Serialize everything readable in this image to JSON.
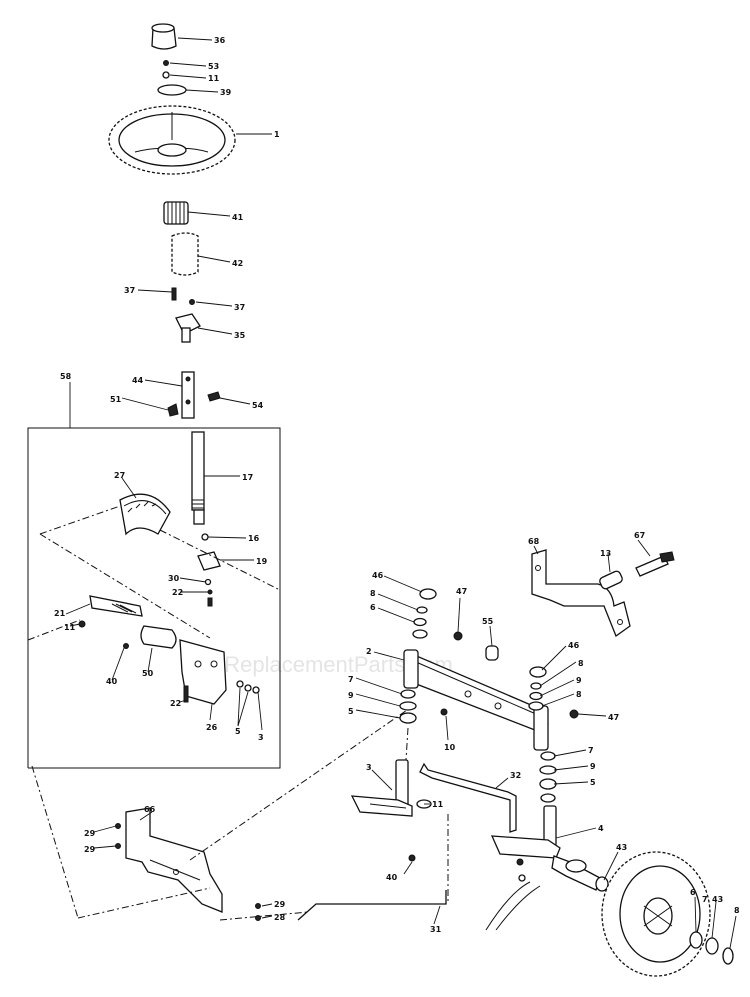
{
  "watermark": "eReplacementParts.com",
  "labels": {
    "p36": "36",
    "p53": "53",
    "p11a": "11",
    "p39": "39",
    "p1": "1",
    "p41": "41",
    "p42": "42",
    "p37a": "37",
    "p37b": "37",
    "p35": "35",
    "p58": "58",
    "p44": "44",
    "p51": "51",
    "p54": "54",
    "p17": "17",
    "p27": "27",
    "p16": "16",
    "p19": "19",
    "p30": "30",
    "p22a": "22",
    "p21": "21",
    "p11b": "11",
    "p40a": "40",
    "p50": "50",
    "p22b": "22",
    "p26": "26",
    "p5a": "5",
    "p3a": "3",
    "p46a": "46",
    "p8a": "8",
    "p6a": "6",
    "p47a": "47",
    "p55": "55",
    "p2": "2",
    "p7a": "7",
    "p9a": "9",
    "p5b": "5",
    "p10": "10",
    "p3b": "3",
    "p11c": "11",
    "p40b": "40",
    "p32": "32",
    "p31": "31",
    "p66": "66",
    "p29a": "29",
    "p29b": "29",
    "p29c": "29",
    "p28": "28",
    "p68": "68",
    "p13": "13",
    "p67": "67",
    "p46b": "46",
    "p8b": "8",
    "p9b": "9",
    "p8c": "8",
    "p47b": "47",
    "p7b": "7",
    "p9c": "9",
    "p5c": "5",
    "p4": "4",
    "p43a": "43",
    "p6b": "6",
    "p7c": "7",
    "p43b": "43",
    "p8d": "8"
  }
}
